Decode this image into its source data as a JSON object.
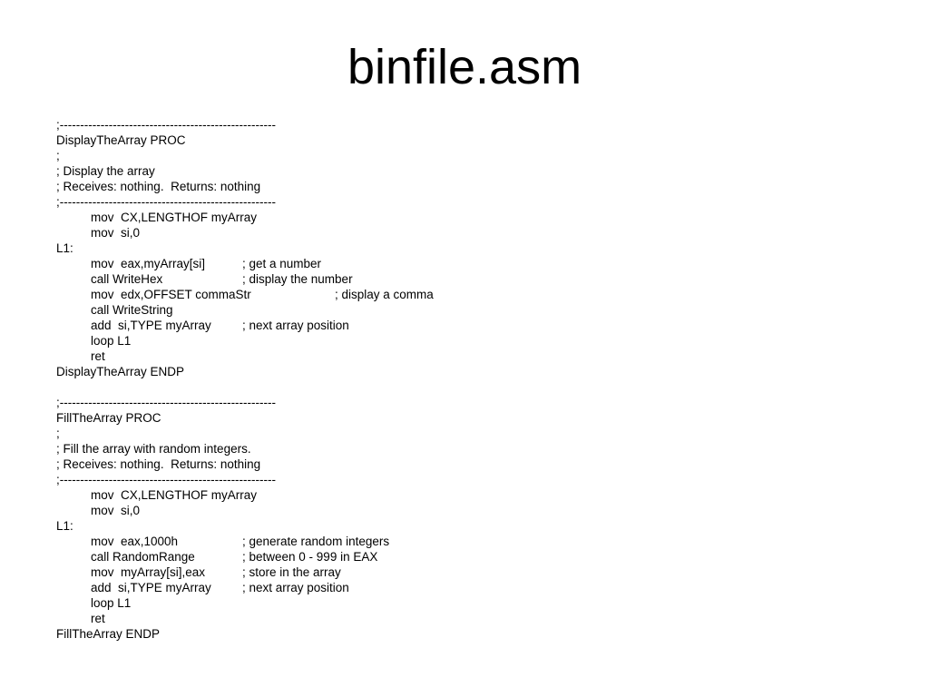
{
  "slide": {
    "title": "binfile.asm"
  },
  "code": {
    "display_proc": {
      "sep1": ";-----------------------------------------------------",
      "proc_start": "DisplayTheArray PROC",
      "comment_blank": ";",
      "comment_desc": "; Display the array",
      "comment_recv": "; Receives: nothing.  Returns: nothing",
      "sep2": ";-----------------------------------------------------",
      "line_mov_cx": "mov  CX,LENGTHOF myArray",
      "line_mov_si": "mov  si,0",
      "label_l1": "L1:",
      "line_mov_eax": "mov  eax,myArray[si]",
      "comment_get": "; get a number",
      "line_call_hex": "call WriteHex",
      "comment_display": "; display the number",
      "line_mov_edx": "mov  edx,OFFSET commaStr",
      "comment_comma": "; display a comma",
      "line_call_str": "call WriteString",
      "line_add_si": "add  si,TYPE myArray",
      "comment_next": "; next array position",
      "line_loop": "loop L1",
      "line_ret": "ret",
      "proc_end": "DisplayTheArray ENDP"
    },
    "fill_proc": {
      "sep1": ";-----------------------------------------------------",
      "proc_start": "FillTheArray PROC",
      "comment_blank": ";",
      "comment_desc": "; Fill the array with random integers.",
      "comment_recv": "; Receives: nothing.  Returns: nothing",
      "sep2": ";-----------------------------------------------------",
      "line_mov_cx": "mov  CX,LENGTHOF myArray",
      "line_mov_si": "mov  si,0",
      "label_l1": "L1:",
      "line_mov_eax": "mov  eax,1000h",
      "comment_gen": "; generate random integers",
      "line_call_rand": "call RandomRange",
      "comment_between": "; between 0 - 999 in EAX",
      "line_mov_arr": "mov  myArray[si],eax",
      "comment_store": "; store in the array",
      "line_add_si": "add  si,TYPE myArray",
      "comment_next": "; next array position",
      "line_loop": "loop L1",
      "line_ret": "ret",
      "proc_end": "FillTheArray ENDP"
    }
  }
}
